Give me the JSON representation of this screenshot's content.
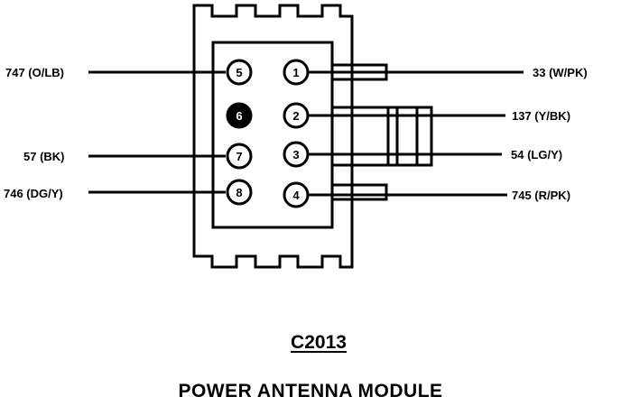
{
  "connector": {
    "id": "C2013",
    "title": "POWER ANTENNA MODULE"
  },
  "pins": [
    {
      "number": "5",
      "wire": "747 (O/LB)"
    },
    {
      "number": "1",
      "wire": "33 (W/PK)"
    },
    {
      "number": "6",
      "wire": ""
    },
    {
      "number": "2",
      "wire": "137 (Y/BK)"
    },
    {
      "number": "7",
      "wire": "57 (BK)"
    },
    {
      "number": "3",
      "wire": "54 (LG/Y)"
    },
    {
      "number": "8",
      "wire": "746 (DG/Y)"
    },
    {
      "number": "4",
      "wire": "745 (R/PK)"
    }
  ]
}
